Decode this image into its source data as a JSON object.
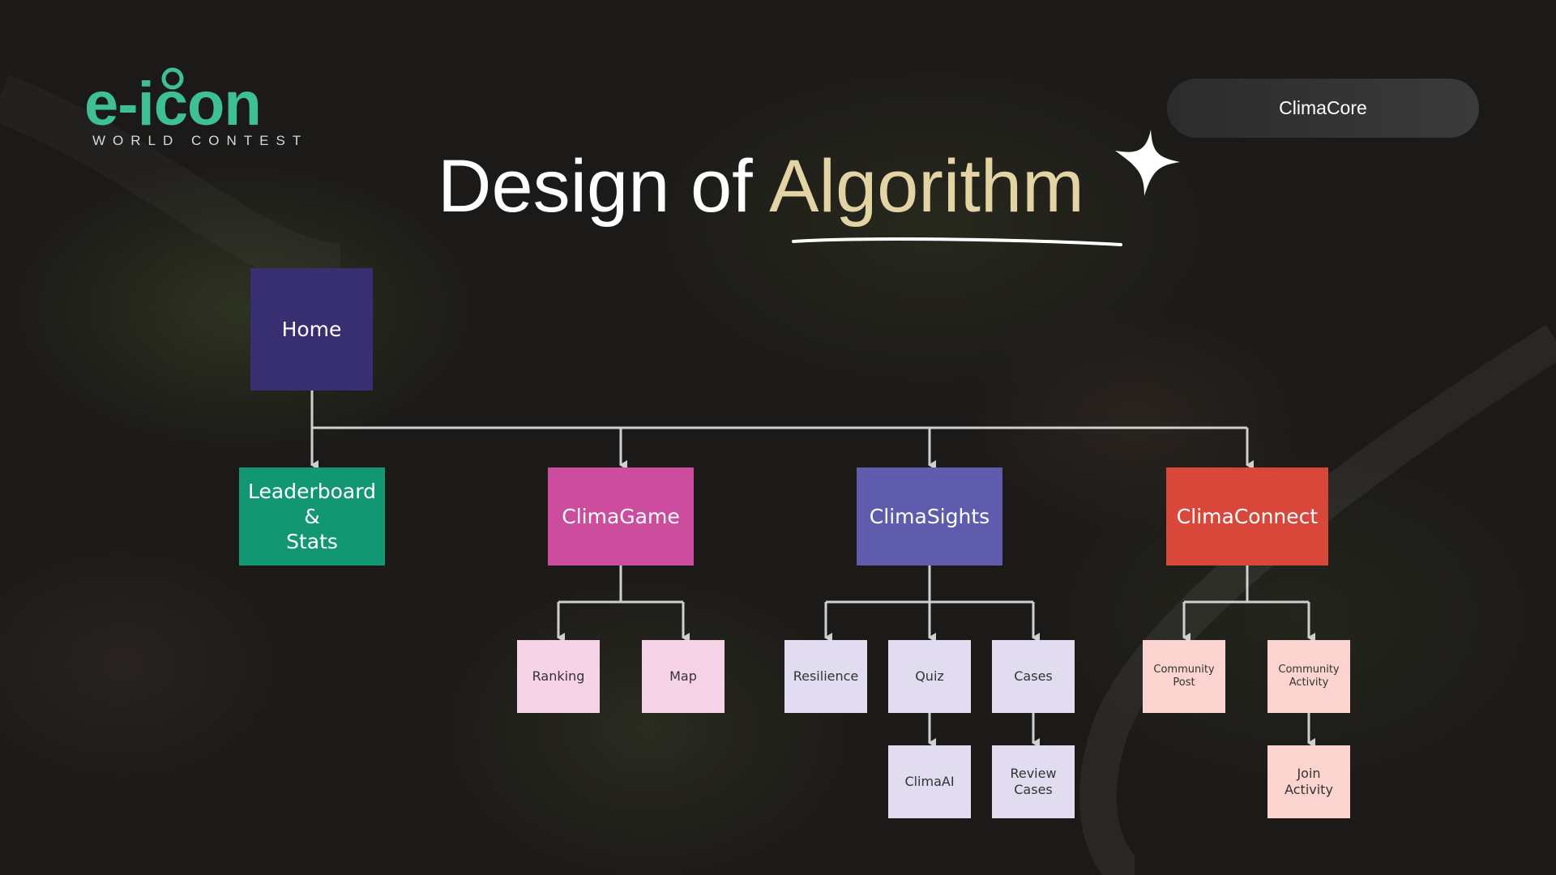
{
  "logo": {
    "text": "e-icon",
    "subtitle": "WORLD CONTEST"
  },
  "header": {
    "pill_label": "ClimaCore"
  },
  "title": {
    "main": "Design of ",
    "accent": "Algorithm"
  },
  "colors": {
    "home": "#372f72",
    "leaderboard": "#139672",
    "climagame": "#cc4c9e",
    "climasights": "#5f5cae",
    "climaconnect": "#d9473a",
    "pink_leaf": "#f6d2e6",
    "lavender_leaf": "#e1dcef",
    "peach_leaf": "#fcd4cf",
    "accent_gold": "#e3d4a6",
    "logo_green": "#3fbf95"
  },
  "nodes": {
    "home": "Home",
    "leaderboard": [
      "Leaderboard",
      "&",
      "Stats"
    ],
    "climagame": "ClimaGame",
    "climasights": "ClimaSights",
    "climaconnect": "ClimaConnect",
    "ranking": "Ranking",
    "map": "Map",
    "resilience": "Resilience",
    "quiz": "Quiz",
    "cases": "Cases",
    "climaai": "ClimaAI",
    "review_cases": [
      "Review",
      "Cases"
    ],
    "community_post": [
      "Community",
      "Post"
    ],
    "community_activity": [
      "Community",
      "Activity"
    ],
    "join_activity": [
      "Join",
      "Activity"
    ]
  }
}
